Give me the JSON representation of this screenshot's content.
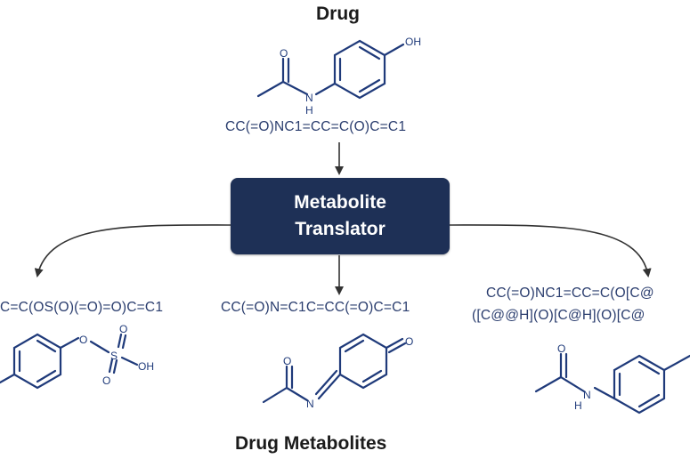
{
  "titles": {
    "drug": "Drug",
    "metabolites": "Drug Metabolites"
  },
  "translator": {
    "line1": "Metabolite",
    "line2": "Translator"
  },
  "smiles": {
    "drug": "CC(=O)NC1=CC=C(O)C=C1",
    "left": "C=C(OS(O)(=O)=O)C=C1",
    "middle": "CC(=O)N=C1C=CC(=O)C=C1",
    "right_line1": "CC(=O)NC1=CC=C(O[C@",
    "right_line2": "([C@@H](O)[C@H](O)[C@"
  },
  "atom_labels": {
    "oh": "OH",
    "o": "O",
    "n": "N",
    "h": "H",
    "s": "S"
  }
}
